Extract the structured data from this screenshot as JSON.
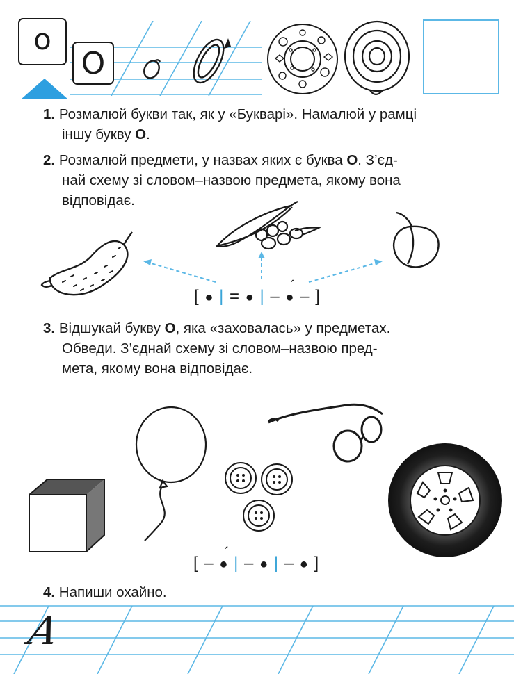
{
  "header": {
    "small_card_letter": "о",
    "big_card_letter": "О",
    "handwritten_letter": "о"
  },
  "tasks": [
    {
      "number": "1.",
      "line1": "Розмалюй букви так, як у «Букварі». Намалюй у рамці",
      "line2_pre": "іншу букву ",
      "line2_letter": "О",
      "line2_post": "."
    },
    {
      "number": "2.",
      "line1_pre": "Розмалюй предмети, у назвах яких є буква ",
      "line1_letter": "О",
      "line1_post": ". З’єд-",
      "line2": "най схему зі словом–назвою предмета, якому вона",
      "line3": "відповідає."
    },
    {
      "number": "3.",
      "line1_pre": " Відшукай букву ",
      "line1_letter": "О",
      "line1_post": ", яка «заховалась» у предметах.",
      "line2": "Обведи. З’єднай схему зі словом–назвою пред-",
      "line3": "мета, якому вона відповідає."
    },
    {
      "number": "4.",
      "text": " Напиши охайно."
    }
  ],
  "schemes": {
    "scheme1": {
      "open": "[",
      "dot": "●",
      "bar": "|",
      "eq": "=",
      "dash": "–",
      "accent": "´",
      "close": "]"
    },
    "scheme2": {
      "open": "[",
      "dot": "●",
      "bar": "|",
      "dash": "–",
      "accent": "´",
      "close": "]"
    }
  },
  "writing": {
    "sample_letter": "A"
  },
  "colors": {
    "accent_blue": "#3aa5d8",
    "line_blue": "#5cb8e6",
    "ink": "#1a1a1a"
  },
  "icons": [
    "blue-triangle-icon",
    "pattern-ring-icon",
    "lifebuoy-icon",
    "cucumber-icon",
    "pea-pod-icon",
    "plum-icon",
    "cube-icon",
    "balloon-icon",
    "glasses-icon",
    "buttons-icon",
    "tire-icon"
  ]
}
